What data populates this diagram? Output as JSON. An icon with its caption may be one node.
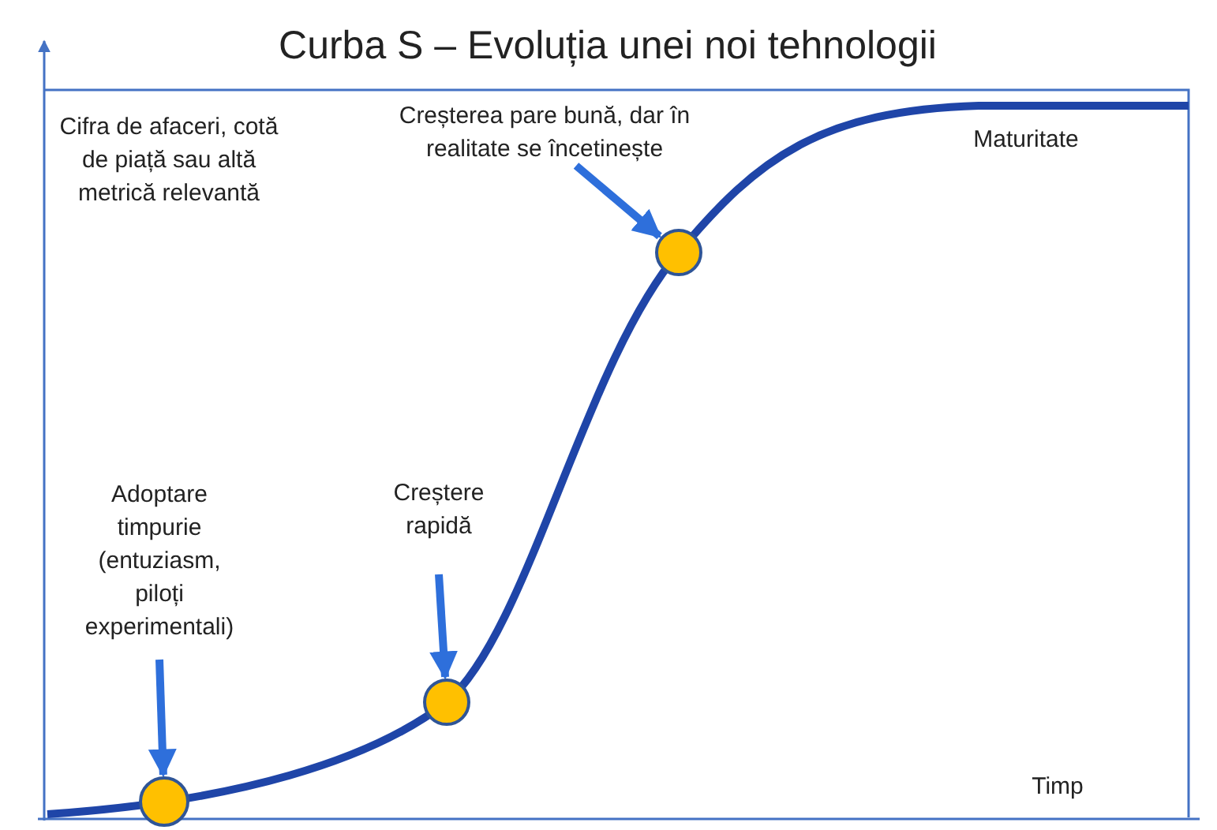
{
  "diagram": {
    "title": "Curba S – Evoluția unei noi tehnologii",
    "nodes": [
      {
        "text": [
          "Adoptare timpurie (entuziasm, piloți experimentali)"
        ]
      },
      {
        "text": [
          "Creștere rapidă"
        ]
      },
      {
        "text": [
          "Creșterea pare bună, dar în realitate se încetinește"
        ]
      },
      {
        "text": [],
        "shape": "circle"
      },
      {
        "text": [],
        "shape": "circle"
      },
      {
        "text": [],
        "shape": "circle"
      }
    ],
    "edges": [
      {
        "from": 0,
        "to": 3,
        "arrow": "to"
      },
      {
        "from": 1,
        "to": 4,
        "arrow": "to"
      },
      {
        "from": 2,
        "to": 5,
        "arrow": "to"
      }
    ],
    "labels": [
      "Cifra de afaceri, cotă de piață sau altă metrică relevantă",
      "Maturitate",
      "Timp"
    ]
  }
}
